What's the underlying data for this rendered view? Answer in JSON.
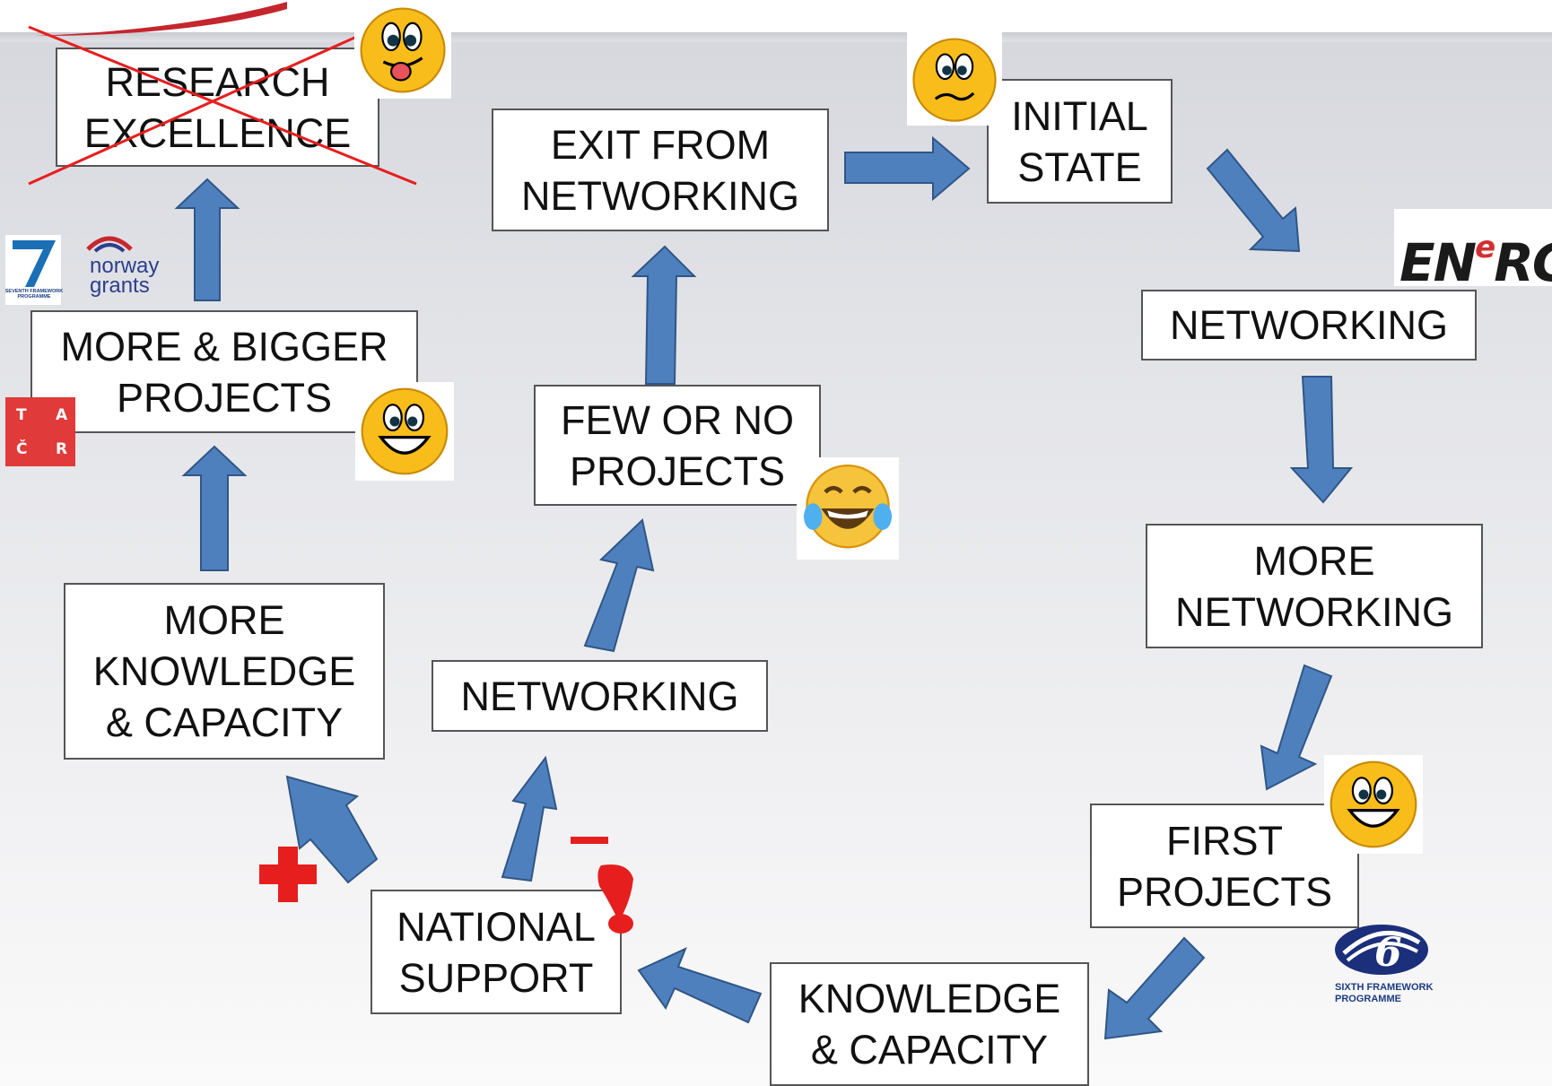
{
  "colors": {
    "arrow_fill": "#4f80be",
    "arrow_stroke": "#2f5686",
    "box_border": "#555555",
    "accent_red": "#e61e1e"
  },
  "nodes": {
    "research_excellence": "RESEARCH\nEXCELLENCE",
    "more_bigger_projects": "MORE & BIGGER\nPROJECTS",
    "more_knowledge_capacity": "MORE\nKNOWLEDGE\n& CAPACITY",
    "national_support": "NATIONAL\nSUPPORT",
    "networking_left": "NETWORKING",
    "few_or_no_projects": "FEW OR NO\nPROJECTS",
    "exit_from_networking": "EXIT FROM\nNETWORKING",
    "initial_state": "INITIAL\nSTATE",
    "networking_right": "NETWORKING",
    "more_networking": "MORE\nNETWORKING",
    "first_projects": "FIRST\nPROJECTS",
    "knowledge_capacity": "KNOWLEDGE\n& CAPACITY"
  },
  "logos": {
    "norway": "norway\ngrants",
    "seventh": "SEVENTH FRAMEWORK PROGRAMME",
    "tacr": [
      "T",
      "A",
      "Č",
      "R"
    ],
    "energ_main": "EN",
    "energ_sup": "e",
    "energ_end": "RG",
    "sixth": "SIXTH FRAMEWORK\nPROGRAMME"
  },
  "icons": [
    "happy-emoji-icon",
    "worried-emoji-icon",
    "laughing-tears-emoji-icon",
    "tongue-emoji-icon",
    "plus-sign-icon",
    "minus-sign-icon",
    "exclamation-icon",
    "red-cross-icon"
  ]
}
